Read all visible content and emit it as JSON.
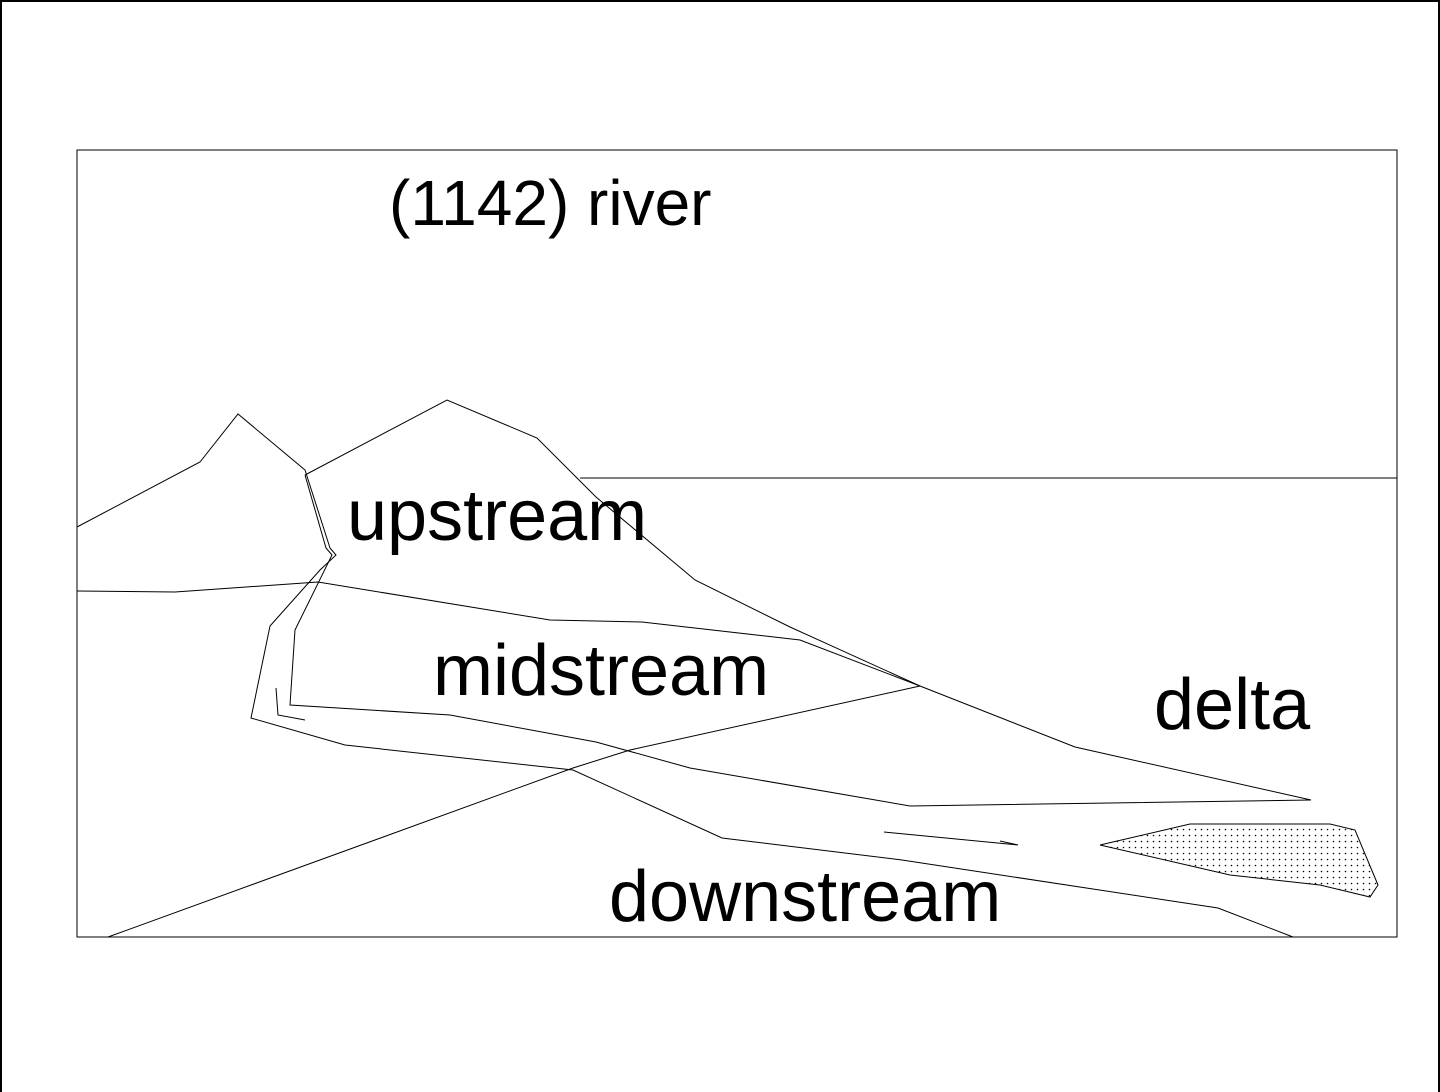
{
  "diagram": {
    "title": "(1142) river",
    "labels": {
      "upstream": "upstream",
      "midstream": "midstream",
      "delta": "delta",
      "downstream": "downstream"
    }
  },
  "colors": {
    "line": "#000000",
    "background": "#ffffff",
    "dot_fill": "#000000"
  }
}
